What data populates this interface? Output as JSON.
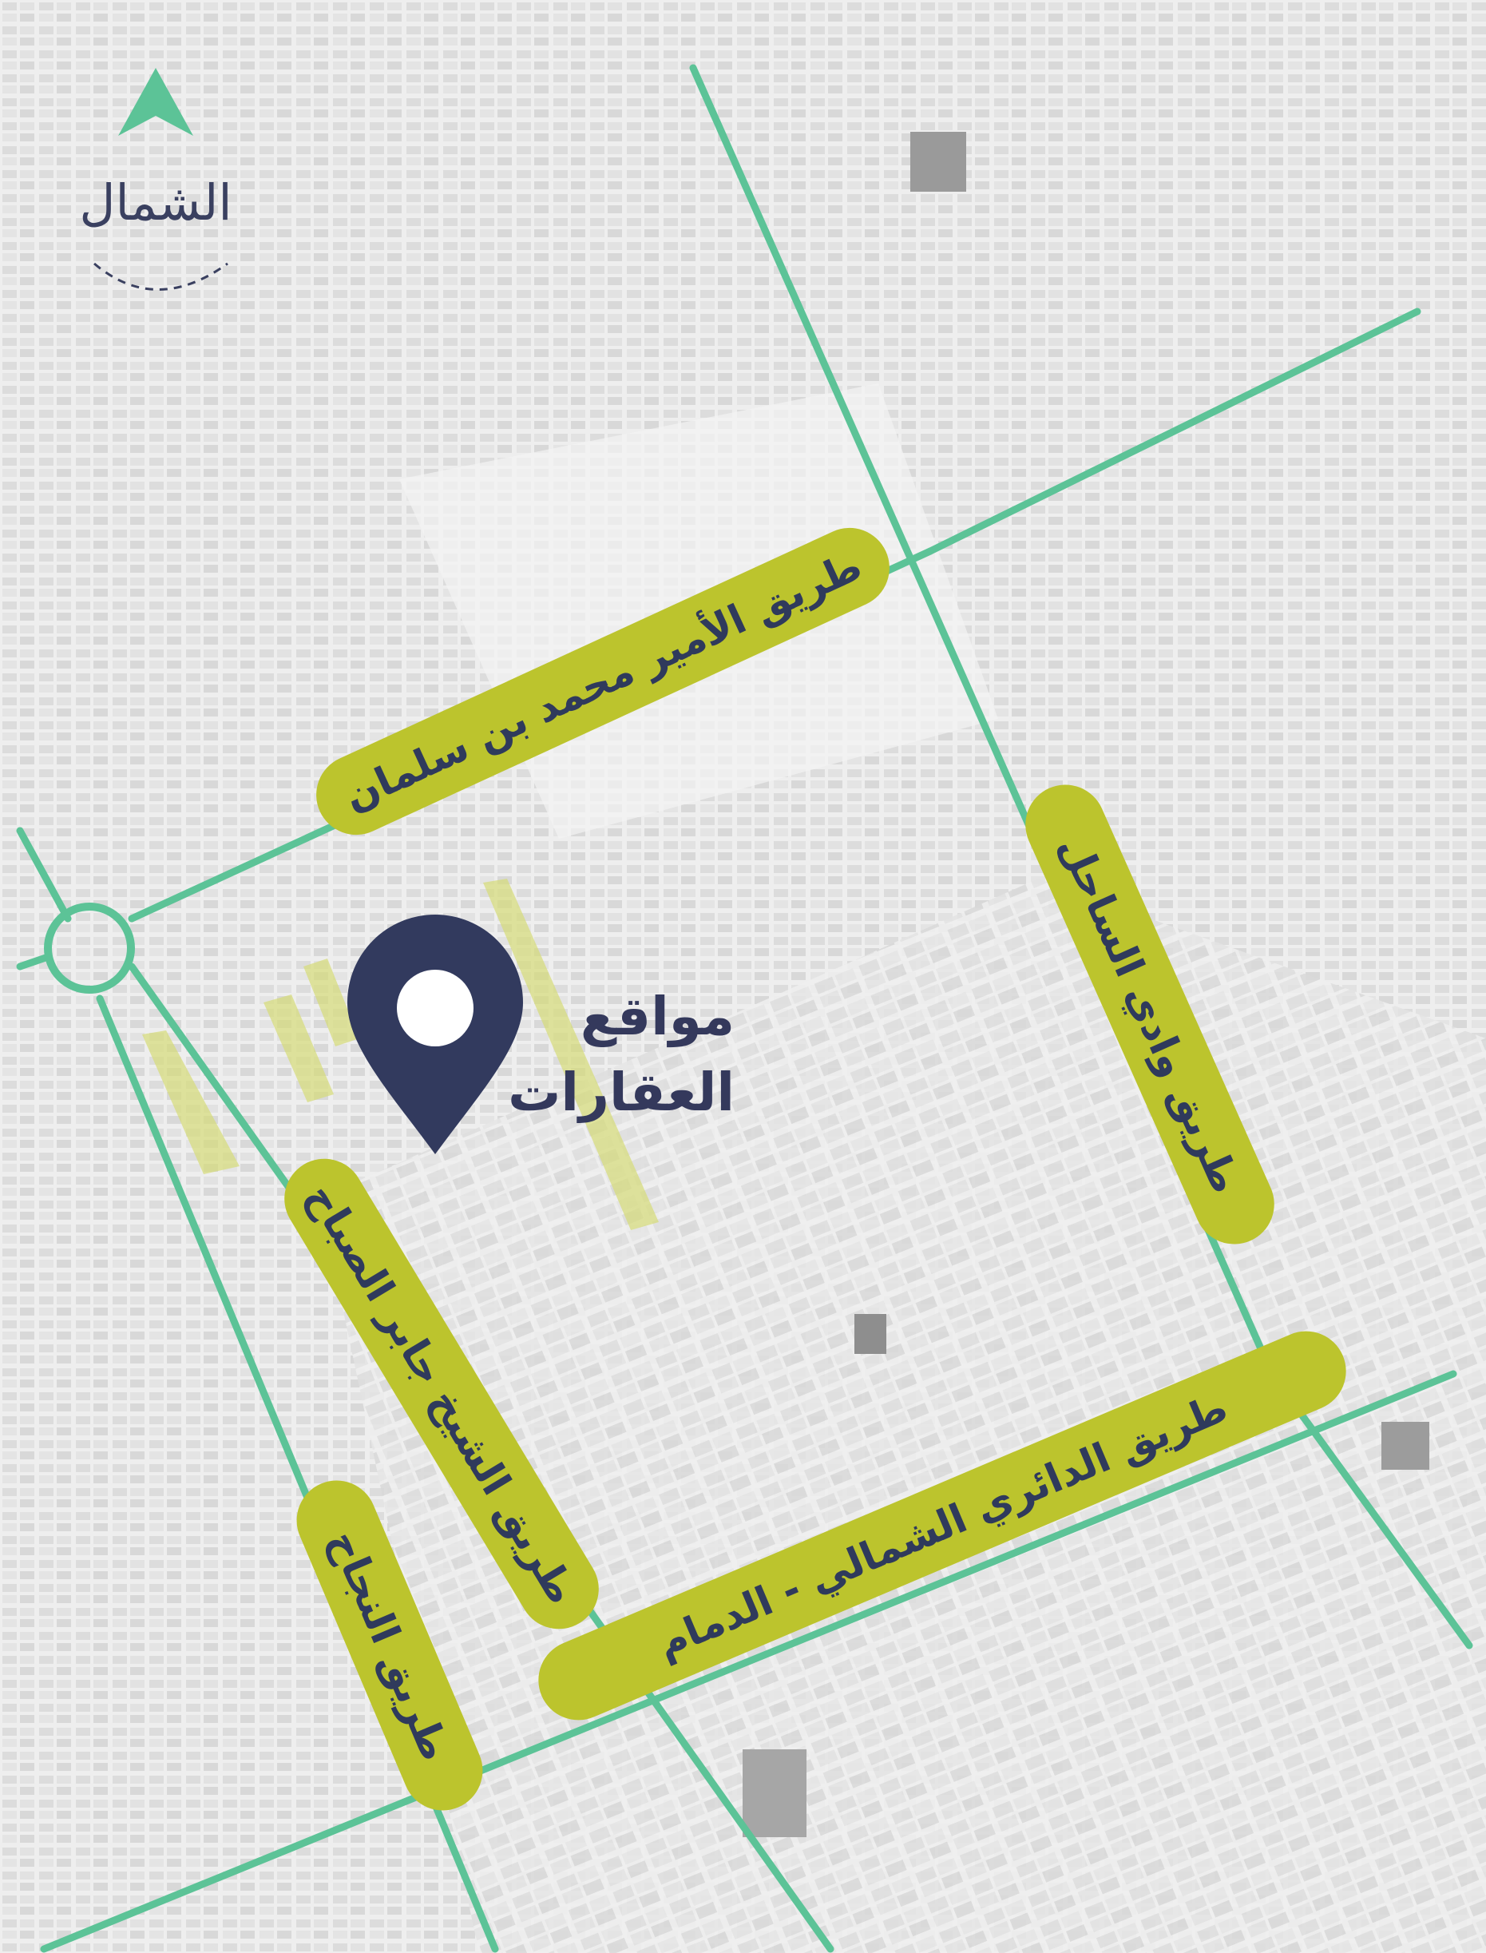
{
  "map": {
    "north_label": "الشمال",
    "poi_label_line1": "مواقع",
    "poi_label_line2": "العقارات",
    "road_labels": {
      "prince_mohammed": "طريق الأمير محمد بن سلمان",
      "wadi_alsahel": "طريق وادي الساحل",
      "sheikh_jaber": "طريق الشيخ جابر الصباح",
      "ring_road": "طريق الدائري الشمالي - الدمام",
      "alnajah": "طريق النجاح"
    },
    "icons": [
      "north-arrow-icon",
      "location-pin-icon",
      "roundabout-icon"
    ],
    "colors": {
      "road_line": "#5cc397",
      "label_pill": "#bcc42d",
      "label_text": "#2f3a5c",
      "pin": "#323a5e",
      "north_arrow": "#5cc397",
      "highlight_parcel": "#d6dc78"
    }
  }
}
